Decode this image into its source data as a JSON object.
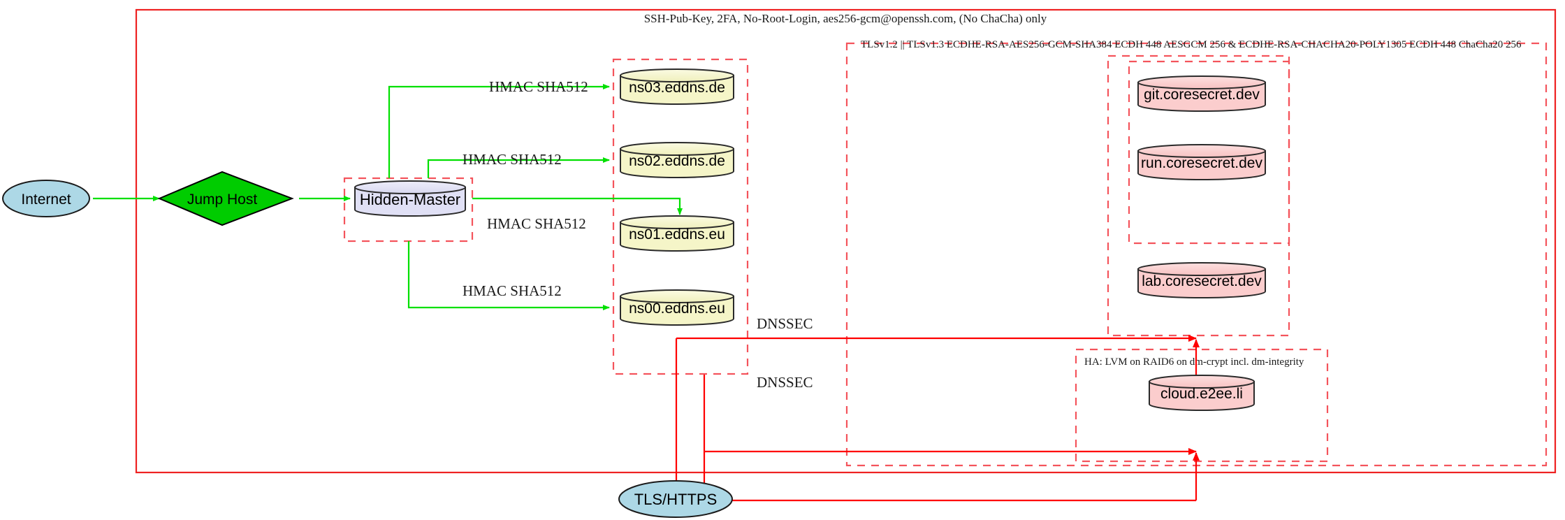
{
  "diagram": {
    "title_note": "SSH-Pub-Key, 2FA, No-Root-Login, aes256-gcm@openssh.com, (No ChaCha) only",
    "tls_note": "TLSv1.2 || TLSv1.3 ECDHE-RSA-AES256-GCM-SHA384 ECDH 448 AESGCM 256 & ECDHE-RSA-CHACHA20-POLY1305 ECDH 448 ChaCha20 256",
    "ha_note": "HA: LVM on RAID6 on dm-crypt incl. dm-integrity"
  },
  "nodes": {
    "internet": "Internet",
    "jump_host": "Jump Host",
    "hidden_master": "Hidden-Master",
    "ns03": "ns03.eddns.de",
    "ns02": "ns02.eddns.de",
    "ns01": "ns01.eddns.eu",
    "ns00": "ns00.eddns.eu",
    "git": "git.coresecret.dev",
    "run": "run.coresecret.dev",
    "lab": "lab.coresecret.dev",
    "cloud": "cloud.e2ee.li",
    "tls_https": "TLS/HTTPS"
  },
  "edges": {
    "hmac_ns03": "HMAC SHA512",
    "hmac_ns02": "HMAC SHA512",
    "hmac_ns01": "HMAC SHA512",
    "hmac_ns00": "HMAC SHA512",
    "dnssec_upper": "DNSSEC",
    "dnssec_lower": "DNSSEC"
  },
  "colors": {
    "green_edge": "#00e000",
    "red_edge": "#ff0000",
    "cluster_dashed": "#f4545c",
    "cluster_solid": "#ee2222",
    "ellipse_fill": "#add8e6",
    "diamond_fill": "#00cc00",
    "dns_fill": "#f5f5c8",
    "service_fill": "#fbcdcd",
    "master_fill": "#e0e0f5"
  }
}
